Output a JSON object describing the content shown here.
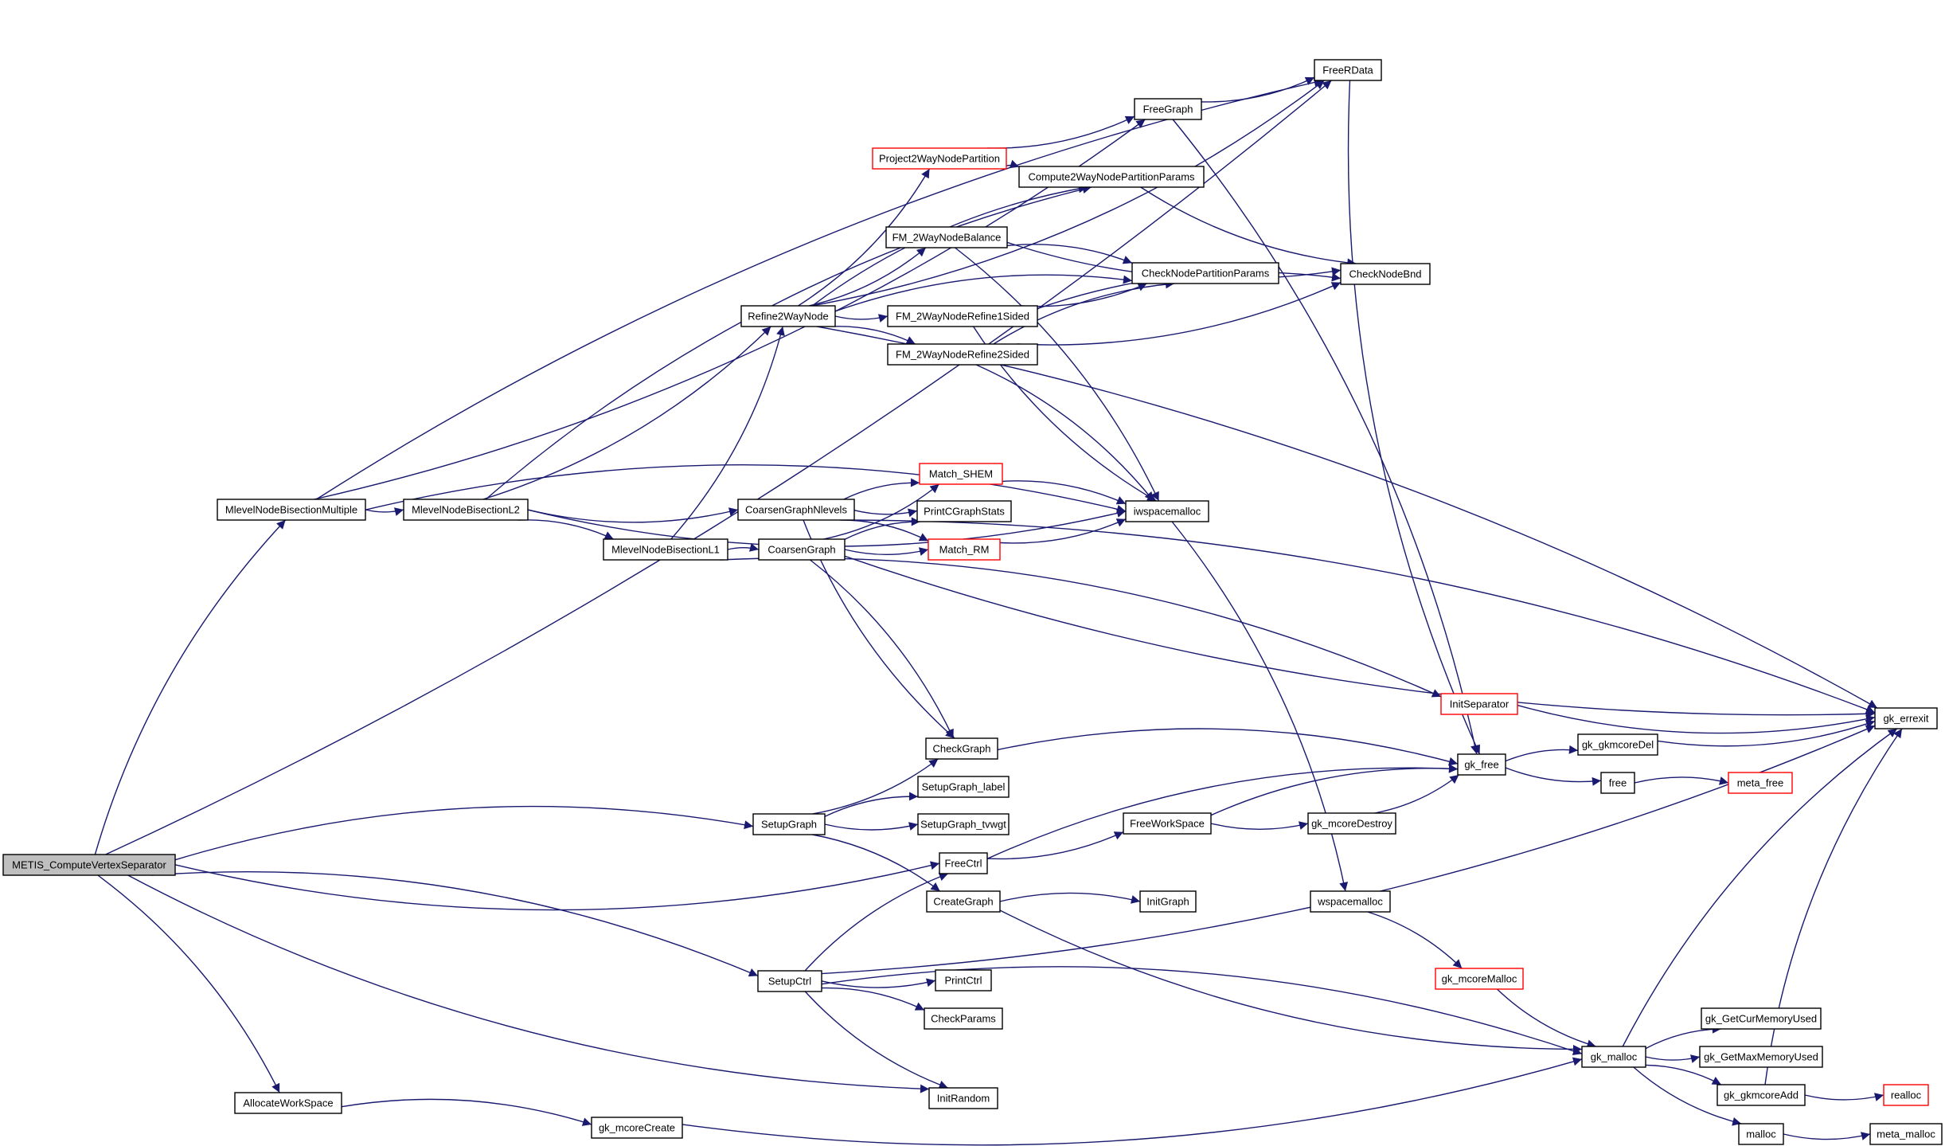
{
  "diagram": {
    "type": "call-graph",
    "root": "METIS_ComputeVertexSeparator",
    "colors": {
      "edge": "#191970",
      "node_border": "#000000",
      "truncated_border": "#ff0000",
      "root_fill": "#bfbfbf",
      "node_fill": "#ffffff"
    },
    "nodes": [
      {
        "id": "METIS_ComputeVertexSeparator",
        "label": "METIS_ComputeVertexSeparator",
        "kind": "root"
      },
      {
        "id": "MlevelNodeBisectionMultiple",
        "label": "MlevelNodeBisectionMultiple",
        "kind": "normal"
      },
      {
        "id": "MlevelNodeBisectionL2",
        "label": "MlevelNodeBisectionL2",
        "kind": "normal"
      },
      {
        "id": "MlevelNodeBisectionL1",
        "label": "MlevelNodeBisectionL1",
        "kind": "normal"
      },
      {
        "id": "Refine2WayNode",
        "label": "Refine2WayNode",
        "kind": "normal"
      },
      {
        "id": "Project2WayNodePartition",
        "label": "Project2WayNodePartition",
        "kind": "truncated"
      },
      {
        "id": "Compute2WayNodePartitionParams",
        "label": "Compute2WayNodePartitionParams",
        "kind": "normal"
      },
      {
        "id": "FM_2WayNodeBalance",
        "label": "FM_2WayNodeBalance",
        "kind": "normal"
      },
      {
        "id": "FM_2WayNodeRefine1Sided",
        "label": "FM_2WayNodeRefine1Sided",
        "kind": "normal"
      },
      {
        "id": "FM_2WayNodeRefine2Sided",
        "label": "FM_2WayNodeRefine2Sided",
        "kind": "normal"
      },
      {
        "id": "CheckNodePartitionParams",
        "label": "CheckNodePartitionParams",
        "kind": "normal"
      },
      {
        "id": "CheckNodeBnd",
        "label": "CheckNodeBnd",
        "kind": "normal"
      },
      {
        "id": "FreeGraph",
        "label": "FreeGraph",
        "kind": "normal"
      },
      {
        "id": "FreeRData",
        "label": "FreeRData",
        "kind": "normal"
      },
      {
        "id": "CoarsenGraphNlevels",
        "label": "CoarsenGraphNlevels",
        "kind": "normal"
      },
      {
        "id": "CoarsenGraph",
        "label": "CoarsenGraph",
        "kind": "normal"
      },
      {
        "id": "Match_SHEM",
        "label": "Match_SHEM",
        "kind": "truncated"
      },
      {
        "id": "PrintCGraphStats",
        "label": "PrintCGraphStats",
        "kind": "normal"
      },
      {
        "id": "Match_RM",
        "label": "Match_RM",
        "kind": "truncated"
      },
      {
        "id": "iwspacemalloc",
        "label": "iwspacemalloc",
        "kind": "normal"
      },
      {
        "id": "InitSeparator",
        "label": "InitSeparator",
        "kind": "truncated"
      },
      {
        "id": "CheckGraph",
        "label": "CheckGraph",
        "kind": "normal"
      },
      {
        "id": "SetupGraph",
        "label": "SetupGraph",
        "kind": "normal"
      },
      {
        "id": "SetupGraph_label",
        "label": "SetupGraph_label",
        "kind": "normal"
      },
      {
        "id": "SetupGraph_tvwgt",
        "label": "SetupGraph_tvwgt",
        "kind": "normal"
      },
      {
        "id": "FreeCtrl",
        "label": "FreeCtrl",
        "kind": "normal"
      },
      {
        "id": "FreeWorkSpace",
        "label": "FreeWorkSpace",
        "kind": "normal"
      },
      {
        "id": "gk_mcoreDestroy",
        "label": "gk_mcoreDestroy",
        "kind": "normal"
      },
      {
        "id": "CreateGraph",
        "label": "CreateGraph",
        "kind": "normal"
      },
      {
        "id": "InitGraph",
        "label": "InitGraph",
        "kind": "normal"
      },
      {
        "id": "wspacemalloc",
        "label": "wspacemalloc",
        "kind": "normal"
      },
      {
        "id": "gk_mcoreMalloc",
        "label": "gk_mcoreMalloc",
        "kind": "truncated"
      },
      {
        "id": "SetupCtrl",
        "label": "SetupCtrl",
        "kind": "normal"
      },
      {
        "id": "PrintCtrl",
        "label": "PrintCtrl",
        "kind": "normal"
      },
      {
        "id": "CheckParams",
        "label": "CheckParams",
        "kind": "normal"
      },
      {
        "id": "InitRandom",
        "label": "InitRandom",
        "kind": "normal"
      },
      {
        "id": "AllocateWorkSpace",
        "label": "AllocateWorkSpace",
        "kind": "normal"
      },
      {
        "id": "gk_mcoreCreate",
        "label": "gk_mcoreCreate",
        "kind": "normal"
      },
      {
        "id": "gk_free",
        "label": "gk_free",
        "kind": "normal"
      },
      {
        "id": "gk_gkmcoreDel",
        "label": "gk_gkmcoreDel",
        "kind": "normal"
      },
      {
        "id": "free",
        "label": "free",
        "kind": "normal"
      },
      {
        "id": "meta_free",
        "label": "meta_free",
        "kind": "truncated"
      },
      {
        "id": "gk_errexit",
        "label": "gk_errexit",
        "kind": "normal"
      },
      {
        "id": "gk_malloc",
        "label": "gk_malloc",
        "kind": "normal"
      },
      {
        "id": "gk_GetCurMemoryUsed",
        "label": "gk_GetCurMemoryUsed",
        "kind": "normal"
      },
      {
        "id": "gk_GetMaxMemoryUsed",
        "label": "gk_GetMaxMemoryUsed",
        "kind": "normal"
      },
      {
        "id": "gk_gkmcoreAdd",
        "label": "gk_gkmcoreAdd",
        "kind": "normal"
      },
      {
        "id": "realloc",
        "label": "realloc",
        "kind": "truncated"
      },
      {
        "id": "malloc",
        "label": "malloc",
        "kind": "normal"
      },
      {
        "id": "meta_malloc",
        "label": "meta_malloc",
        "kind": "normal"
      }
    ],
    "edges": [
      [
        "METIS_ComputeVertexSeparator",
        "MlevelNodeBisectionMultiple"
      ],
      [
        "METIS_ComputeVertexSeparator",
        "FreeRData"
      ],
      [
        "METIS_ComputeVertexSeparator",
        "SetupGraph"
      ],
      [
        "METIS_ComputeVertexSeparator",
        "FreeCtrl"
      ],
      [
        "METIS_ComputeVertexSeparator",
        "SetupCtrl"
      ],
      [
        "METIS_ComputeVertexSeparator",
        "InitRandom"
      ],
      [
        "METIS_ComputeVertexSeparator",
        "AllocateWorkSpace"
      ],
      [
        "MlevelNodeBisectionMultiple",
        "MlevelNodeBisectionL2"
      ],
      [
        "MlevelNodeBisectionMultiple",
        "FreeRData"
      ],
      [
        "MlevelNodeBisectionMultiple",
        "FreeGraph"
      ],
      [
        "MlevelNodeBisectionMultiple",
        "iwspacemalloc"
      ],
      [
        "MlevelNodeBisectionL2",
        "CoarsenGraphNlevels"
      ],
      [
        "MlevelNodeBisectionL2",
        "MlevelNodeBisectionL1"
      ],
      [
        "MlevelNodeBisectionL2",
        "Refine2WayNode"
      ],
      [
        "MlevelNodeBisectionL2",
        "Compute2WayNodePartitionParams"
      ],
      [
        "MlevelNodeBisectionL2",
        "iwspacemalloc"
      ],
      [
        "MlevelNodeBisectionL1",
        "CoarsenGraph"
      ],
      [
        "MlevelNodeBisectionL1",
        "Refine2WayNode"
      ],
      [
        "MlevelNodeBisectionL1",
        "InitSeparator"
      ],
      [
        "Refine2WayNode",
        "Project2WayNodePartition"
      ],
      [
        "Refine2WayNode",
        "Compute2WayNodePartitionParams"
      ],
      [
        "Refine2WayNode",
        "FM_2WayNodeBalance"
      ],
      [
        "Refine2WayNode",
        "CheckNodePartitionParams"
      ],
      [
        "Refine2WayNode",
        "FM_2WayNodeRefine1Sided"
      ],
      [
        "Refine2WayNode",
        "FM_2WayNodeRefine2Sided"
      ],
      [
        "Refine2WayNode",
        "FreeRData"
      ],
      [
        "Refine2WayNode",
        "gk_errexit"
      ],
      [
        "Project2WayNodePartition",
        "FreeGraph"
      ],
      [
        "Project2WayNodePartition",
        "Compute2WayNodePartitionParams"
      ],
      [
        "Compute2WayNodePartitionParams",
        "CheckNodeBnd"
      ],
      [
        "FM_2WayNodeBalance",
        "CheckNodePartitionParams"
      ],
      [
        "FM_2WayNodeBalance",
        "CheckNodeBnd"
      ],
      [
        "FM_2WayNodeBalance",
        "iwspacemalloc"
      ],
      [
        "FM_2WayNodeRefine1Sided",
        "CheckNodePartitionParams"
      ],
      [
        "FM_2WayNodeRefine1Sided",
        "CheckNodeBnd"
      ],
      [
        "FM_2WayNodeRefine1Sided",
        "iwspacemalloc"
      ],
      [
        "FM_2WayNodeRefine2Sided",
        "CheckNodePartitionParams"
      ],
      [
        "FM_2WayNodeRefine2Sided",
        "CheckNodeBnd"
      ],
      [
        "FM_2WayNodeRefine2Sided",
        "iwspacemalloc"
      ],
      [
        "FreeGraph",
        "FreeRData"
      ],
      [
        "FreeGraph",
        "gk_free"
      ],
      [
        "FreeRData",
        "gk_free"
      ],
      [
        "CoarsenGraphNlevels",
        "Match_SHEM"
      ],
      [
        "CoarsenGraphNlevels",
        "PrintCGraphStats"
      ],
      [
        "CoarsenGraphNlevels",
        "Match_RM"
      ],
      [
        "CoarsenGraphNlevels",
        "CheckGraph"
      ],
      [
        "CoarsenGraphNlevels",
        "gk_errexit"
      ],
      [
        "CoarsenGraph",
        "Match_SHEM"
      ],
      [
        "CoarsenGraph",
        "PrintCGraphStats"
      ],
      [
        "CoarsenGraph",
        "Match_RM"
      ],
      [
        "CoarsenGraph",
        "CheckGraph"
      ],
      [
        "CoarsenGraph",
        "gk_errexit"
      ],
      [
        "Match_SHEM",
        "iwspacemalloc"
      ],
      [
        "Match_RM",
        "iwspacemalloc"
      ],
      [
        "iwspacemalloc",
        "wspacemalloc"
      ],
      [
        "InitSeparator",
        "gk_errexit"
      ],
      [
        "CheckGraph",
        "gk_free"
      ],
      [
        "SetupGraph",
        "CheckGraph"
      ],
      [
        "SetupGraph",
        "SetupGraph_label"
      ],
      [
        "SetupGraph",
        "SetupGraph_tvwgt"
      ],
      [
        "SetupGraph",
        "CreateGraph"
      ],
      [
        "FreeCtrl",
        "FreeWorkSpace"
      ],
      [
        "FreeCtrl",
        "gk_free"
      ],
      [
        "FreeWorkSpace",
        "gk_mcoreDestroy"
      ],
      [
        "FreeWorkSpace",
        "gk_free"
      ],
      [
        "gk_mcoreDestroy",
        "gk_free"
      ],
      [
        "CreateGraph",
        "InitGraph"
      ],
      [
        "CreateGraph",
        "gk_malloc"
      ],
      [
        "wspacemalloc",
        "gk_mcoreMalloc"
      ],
      [
        "gk_mcoreMalloc",
        "gk_malloc"
      ],
      [
        "SetupCtrl",
        "FreeCtrl"
      ],
      [
        "SetupCtrl",
        "PrintCtrl"
      ],
      [
        "SetupCtrl",
        "CheckParams"
      ],
      [
        "SetupCtrl",
        "InitRandom"
      ],
      [
        "SetupCtrl",
        "gk_malloc"
      ],
      [
        "SetupCtrl",
        "gk_errexit"
      ],
      [
        "AllocateWorkSpace",
        "gk_mcoreCreate"
      ],
      [
        "gk_mcoreCreate",
        "gk_malloc"
      ],
      [
        "gk_free",
        "gk_gkmcoreDel"
      ],
      [
        "gk_free",
        "free"
      ],
      [
        "free",
        "meta_free"
      ],
      [
        "gk_gkmcoreDel",
        "gk_errexit"
      ],
      [
        "gk_malloc",
        "gk_GetCurMemoryUsed"
      ],
      [
        "gk_malloc",
        "gk_GetMaxMemoryUsed"
      ],
      [
        "gk_malloc",
        "gk_gkmcoreAdd"
      ],
      [
        "gk_malloc",
        "malloc"
      ],
      [
        "gk_malloc",
        "gk_errexit"
      ],
      [
        "gk_gkmcoreAdd",
        "realloc"
      ],
      [
        "gk_gkmcoreAdd",
        "gk_errexit"
      ],
      [
        "malloc",
        "meta_malloc"
      ]
    ]
  }
}
